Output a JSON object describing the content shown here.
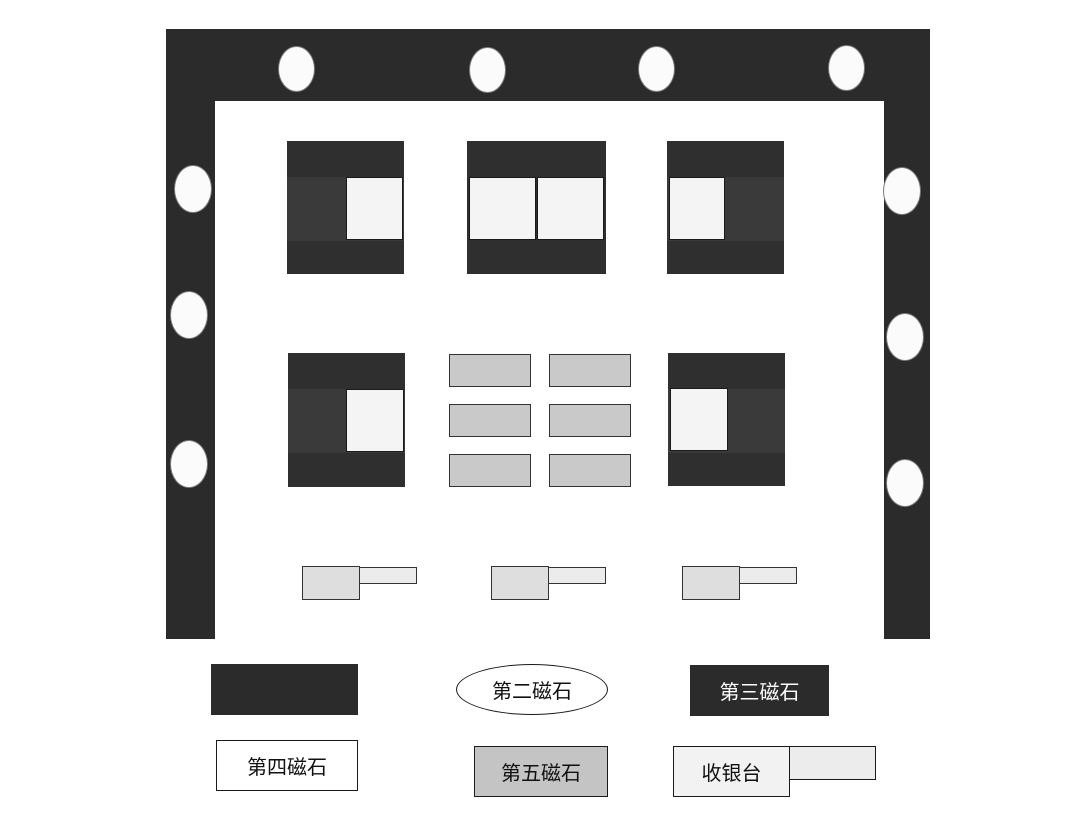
{
  "legend": {
    "magnet1": "",
    "magnet2": "第二磁石",
    "magnet3": "第三磁石",
    "magnet4": "第四磁石",
    "magnet5": "第五磁石",
    "checkout": "收银台"
  },
  "colors": {
    "wall": "#2b2b2b",
    "spot_light": "#fbfbfb",
    "gondola": "#2f2f2f",
    "endcap": "#f4f4f4",
    "table": "#c9c9c9",
    "counter": "#dedede"
  }
}
